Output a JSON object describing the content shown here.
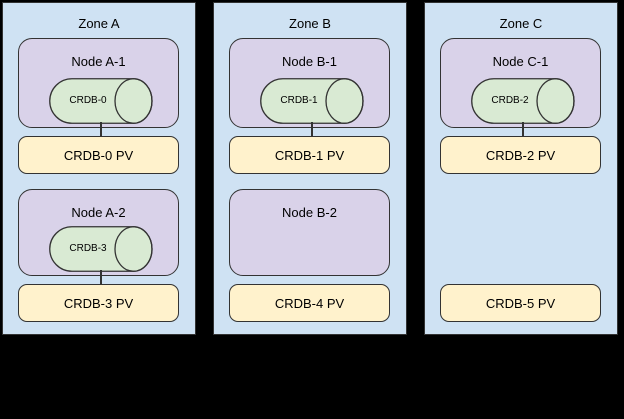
{
  "colors": {
    "canvas_bg": "#000000",
    "zone_fill": "#cfe2f3",
    "node_fill": "#d9d2e9",
    "db_fill": "#d9ead3",
    "pv_fill": "#fff2cc",
    "shape_border": "#333333",
    "text": "#000000"
  },
  "zones": [
    {
      "label": "Zone A",
      "nodes": [
        {
          "label": "Node A-1",
          "db": "CRDB-0",
          "pv": "CRDB-0 PV"
        },
        {
          "label": "Node A-2",
          "db": "CRDB-3",
          "pv": "CRDB-3 PV"
        }
      ]
    },
    {
      "label": "Zone B",
      "nodes": [
        {
          "label": "Node B-1",
          "db": "CRDB-1",
          "pv": "CRDB-1 PV"
        },
        {
          "label": "Node B-2",
          "db": null,
          "pv": "CRDB-4 PV"
        }
      ]
    },
    {
      "label": "Zone C",
      "nodes": [
        {
          "label": "Node C-1",
          "db": "CRDB-2",
          "pv": "CRDB-2 PV"
        },
        {
          "label": null,
          "db": null,
          "pv": "CRDB-5 PV"
        }
      ]
    }
  ]
}
